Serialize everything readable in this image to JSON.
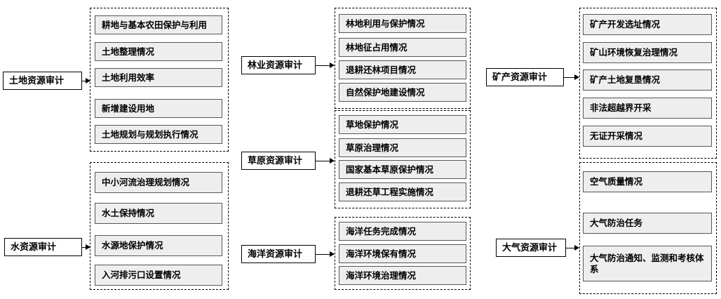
{
  "land": {
    "title": "土地资源审计",
    "items": [
      "耕地与基本农田保护与利用",
      "土地整理情况",
      "土地利用效率",
      "新增建设用地",
      "土地规划与规划执行情况"
    ]
  },
  "water": {
    "title": "水资源审计",
    "items": [
      "中小河流治理规划情况",
      "水土保持情况",
      "水源地保护情况",
      "入河排污口设置情况"
    ]
  },
  "forest": {
    "title": "林业资源审计",
    "items": [
      "林地利用与保护情况",
      "林地征占用情况",
      "退耕还林项目情况",
      "自然保护地建设情况"
    ]
  },
  "grassland": {
    "title": "草原资源审计",
    "items": [
      "草地保护情况",
      "草原治理情况",
      "国家基本草原保护情况",
      "退耕还草工程实施情况"
    ]
  },
  "ocean": {
    "title": "海洋资源审计",
    "items": [
      "海洋任务完成情况",
      "海洋环境保有情况",
      "海洋环境治理情况"
    ]
  },
  "mineral": {
    "title": "矿产资源审计",
    "items": [
      "矿产开发选址情况",
      "矿山环境恢复治理情况",
      "矿产土地复垦情况",
      "非法超越界开采",
      "无证开采情况"
    ]
  },
  "air": {
    "title": "大气资源审计",
    "items": [
      "空气质量情况",
      "大气防治任务",
      "大气防治通知、监测和考核体系"
    ]
  }
}
